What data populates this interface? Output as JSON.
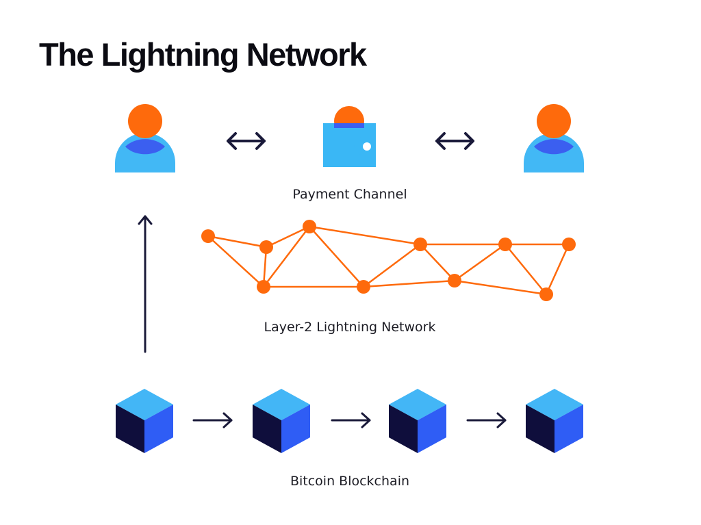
{
  "title": "The Lightning Network",
  "labels": {
    "payment_channel": "Payment Channel",
    "lightning": "Layer-2 Lightning Network",
    "blockchain": "Bitcoin Blockchain"
  },
  "colors": {
    "orange": "#fe6a0c",
    "person_light": "#42b8f5",
    "person_dark": "#3b5ff0",
    "wallet": "#3ab7f5",
    "cube_top": "#43b6f6",
    "cube_left": "#0f0e3c",
    "cube_right": "#2f5df5",
    "arrow": "#1a1a3a"
  },
  "icons": [
    "person-icon",
    "wallet-icon",
    "person-icon",
    "block-icon",
    "block-icon",
    "block-icon",
    "block-icon"
  ]
}
